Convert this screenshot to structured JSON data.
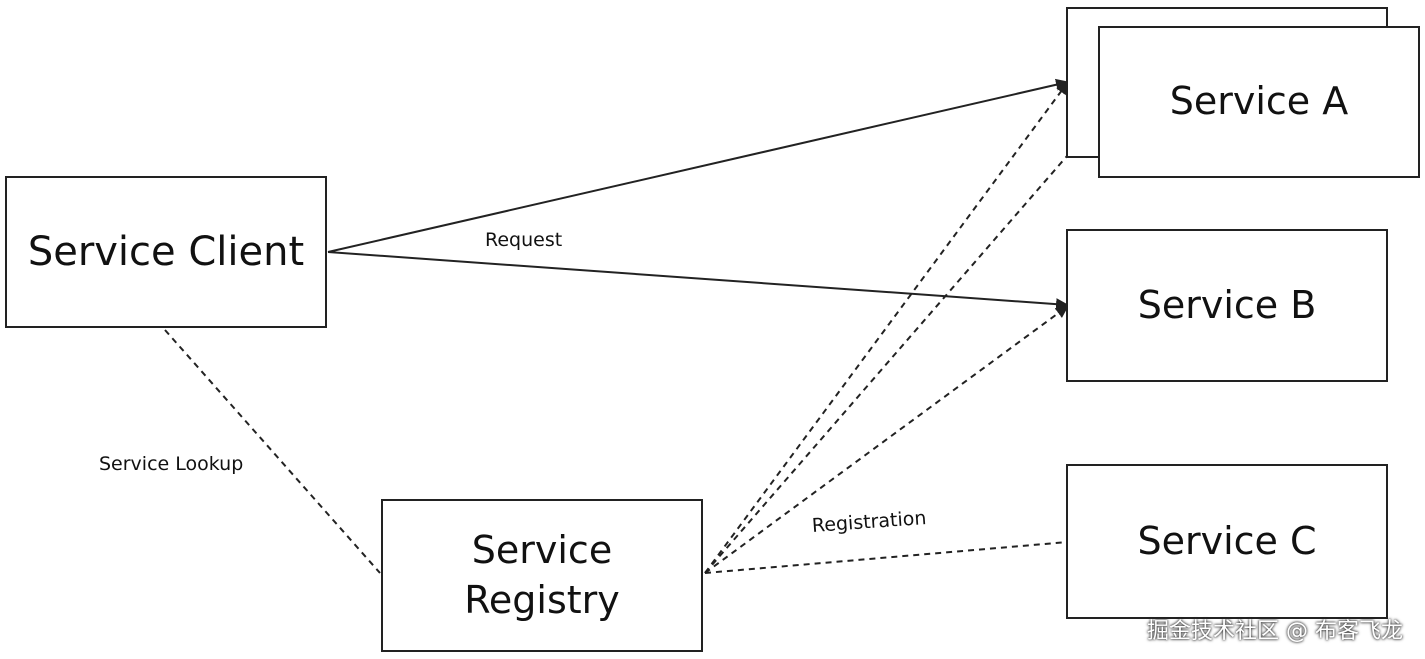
{
  "nodes": {
    "service_client": "Service Client",
    "service_registry_line1": "Service",
    "service_registry_line2": "Registry",
    "service_a": "Service A",
    "service_b": "Service B",
    "service_c": "Service C"
  },
  "edges": {
    "request": "Request",
    "service_lookup": "Service Lookup",
    "registration": "Registration"
  },
  "watermark": "掘金技术社区 @ 布客飞龙",
  "colors": {
    "line": "#222222",
    "box_border": "#222222",
    "text": "#111111"
  }
}
